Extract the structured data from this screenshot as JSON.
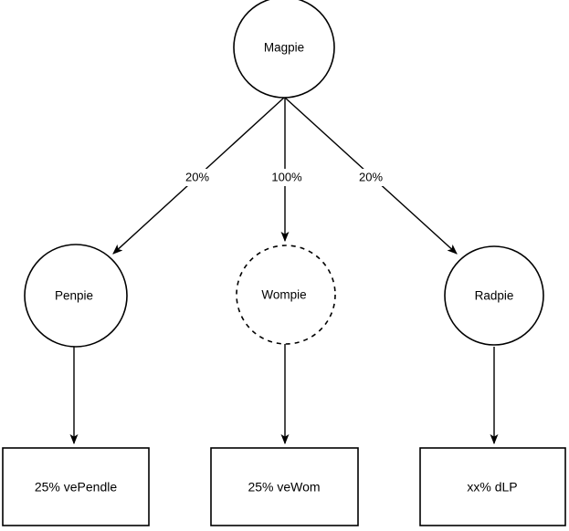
{
  "diagram": {
    "type": "flowchart",
    "root": {
      "id": "magpie",
      "label": "Magpie",
      "shape": "circle",
      "border": "solid"
    },
    "children": [
      {
        "id": "penpie",
        "label": "Penpie",
        "shape": "circle",
        "border": "solid",
        "edge_label": "20%",
        "output": {
          "id": "vependle",
          "label": "25% vePendle",
          "shape": "rectangle",
          "border": "solid"
        }
      },
      {
        "id": "wompie",
        "label": "Wompie",
        "shape": "circle",
        "border": "dashed",
        "edge_label": "100%",
        "output": {
          "id": "vewom",
          "label": "25% veWom",
          "shape": "rectangle",
          "border": "solid"
        }
      },
      {
        "id": "radpie",
        "label": "Radpie",
        "shape": "circle",
        "border": "solid",
        "edge_label": "20%",
        "output": {
          "id": "dlp",
          "label": "xx% dLP",
          "shape": "rectangle",
          "border": "solid"
        }
      }
    ],
    "colors": {
      "stroke": "#000000",
      "fill": "#ffffff",
      "text": "#000000",
      "background": "#ffffff"
    }
  }
}
